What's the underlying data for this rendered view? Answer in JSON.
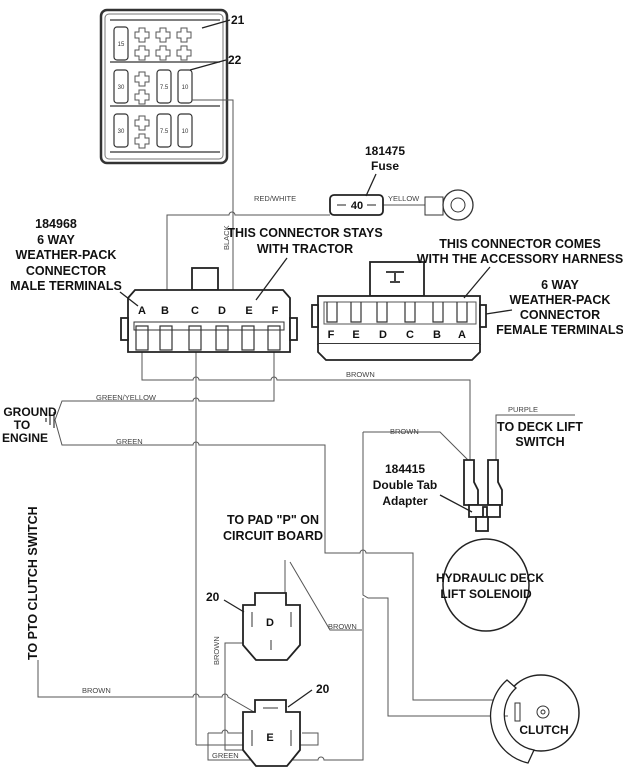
{
  "fuse_block": {
    "ref_block": "21",
    "ref_fuse": "22",
    "fuses": [
      "15",
      "30",
      "7.5",
      "10",
      "30",
      "7.5",
      "10"
    ]
  },
  "fuse": {
    "part": "181475",
    "name": "Fuse",
    "rating": "40"
  },
  "male_connector": {
    "lines": [
      "184968",
      "6 WAY",
      "WEATHER-PACK",
      "CONNECTOR",
      "MALE TERMINALS"
    ],
    "pins": [
      "A",
      "B",
      "C",
      "D",
      "E",
      "F"
    ]
  },
  "tractor_note": [
    "THIS CONNECTOR STAYS",
    "WITH TRACTOR"
  ],
  "harness_note": [
    "THIS CONNECTOR COMES",
    "WITH THE ACCESSORY HARNESS"
  ],
  "female_connector": {
    "lines": [
      "6 WAY",
      "WEATHER-PACK",
      "CONNECTOR",
      "FEMALE TERMINALS"
    ],
    "pins": [
      "F",
      "E",
      "D",
      "C",
      "B",
      "A"
    ]
  },
  "wires": {
    "red_white": "RED/WHITE",
    "yellow": "YELLOW",
    "black": "BLACK",
    "brown": "BROWN",
    "green_yellow": "GREEN/YELLOW",
    "green": "GREEN",
    "purple": "PURPLE"
  },
  "ground": [
    "GROUND",
    "TO",
    "ENGINE"
  ],
  "deck_switch": [
    "TO DECK LIFT",
    "SWITCH"
  ],
  "adapter": [
    "184415",
    "Double Tab",
    "Adapter"
  ],
  "solenoid": [
    "HYDRAULIC DECK",
    "LIFT SOLENOID"
  ],
  "pad_note": [
    "TO PAD \"P\" ON",
    "CIRCUIT BOARD"
  ],
  "pto_note": "TO PTO CLUTCH SWITCH",
  "switch_d": {
    "ref": "20",
    "letter": "D"
  },
  "switch_e": {
    "ref": "20",
    "letter": "E"
  },
  "clutch": "CLUTCH"
}
